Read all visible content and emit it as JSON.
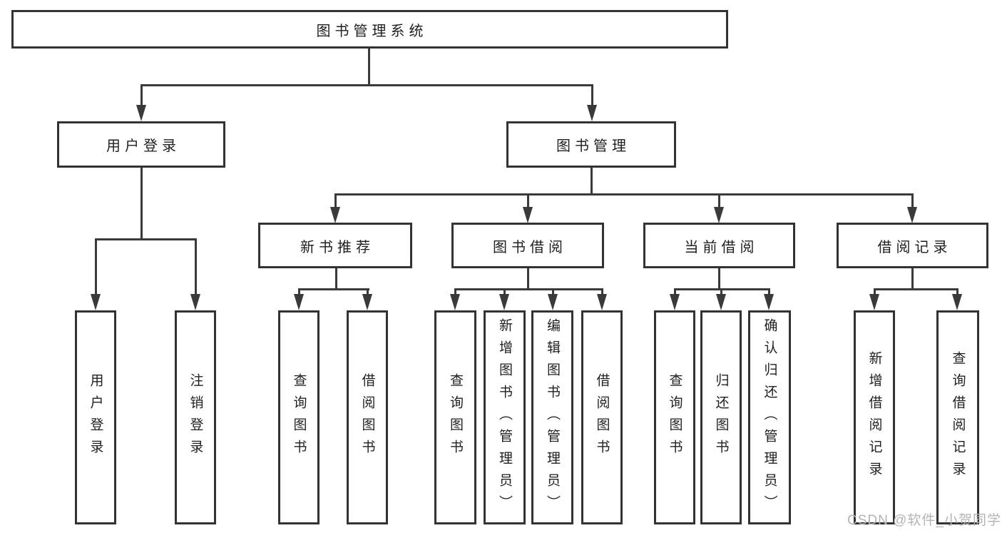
{
  "diagram_title": "图书管理系统",
  "nodes": {
    "root": {
      "label": "图书管理系统"
    },
    "user_login": {
      "label": "用户登录"
    },
    "book_mgmt": {
      "label": "图书管理"
    },
    "new_book_rec": {
      "label": "新书推荐"
    },
    "book_borrow": {
      "label": "图书借阅"
    },
    "current_borrow": {
      "label": "当前借阅"
    },
    "borrow_record": {
      "label": "借阅记录"
    },
    "leaf_user_login": {
      "label": "用户登录"
    },
    "leaf_logout": {
      "label": "注销登录"
    },
    "leaf_nbr_query_book": {
      "label": "查询图书"
    },
    "leaf_nbr_borrow_book": {
      "label": "借阅图书"
    },
    "leaf_bb_query_book": {
      "label": "查询图书"
    },
    "leaf_bb_add_book": {
      "label": "新增图书（管理员）"
    },
    "leaf_bb_edit_book": {
      "label": "编辑图书（管理员）"
    },
    "leaf_bb_borrow_book": {
      "label": "借阅图书"
    },
    "leaf_cb_query_book": {
      "label": "查询图书"
    },
    "leaf_cb_return_book": {
      "label": "归还图书"
    },
    "leaf_cb_confirm_return": {
      "label": "确认归还（管理员）"
    },
    "leaf_br_add_record": {
      "label": "新增借阅记录"
    },
    "leaf_br_query_record": {
      "label": "查询借阅记录"
    }
  },
  "hierarchy": {
    "图书管理系统": [
      "用户登录",
      "图书管理"
    ],
    "用户登录": [
      "用户登录",
      "注销登录"
    ],
    "图书管理": [
      "新书推荐",
      "图书借阅",
      "当前借阅",
      "借阅记录"
    ],
    "新书推荐": [
      "查询图书",
      "借阅图书"
    ],
    "图书借阅": [
      "查询图书",
      "新增图书（管理员）",
      "编辑图书（管理员）",
      "借阅图书"
    ],
    "当前借阅": [
      "查询图书",
      "归还图书",
      "确认归还（管理员）"
    ],
    "借阅记录": [
      "新增借阅记录",
      "查询借阅记录"
    ]
  },
  "watermark": {
    "text": "CSDN @软件_小贺同学"
  },
  "colors": {
    "background": "#ffffff",
    "box_border": "#333333",
    "line": "#3a3a3a",
    "text": "#1f1f1f",
    "watermark": "#b3b3b3"
  }
}
